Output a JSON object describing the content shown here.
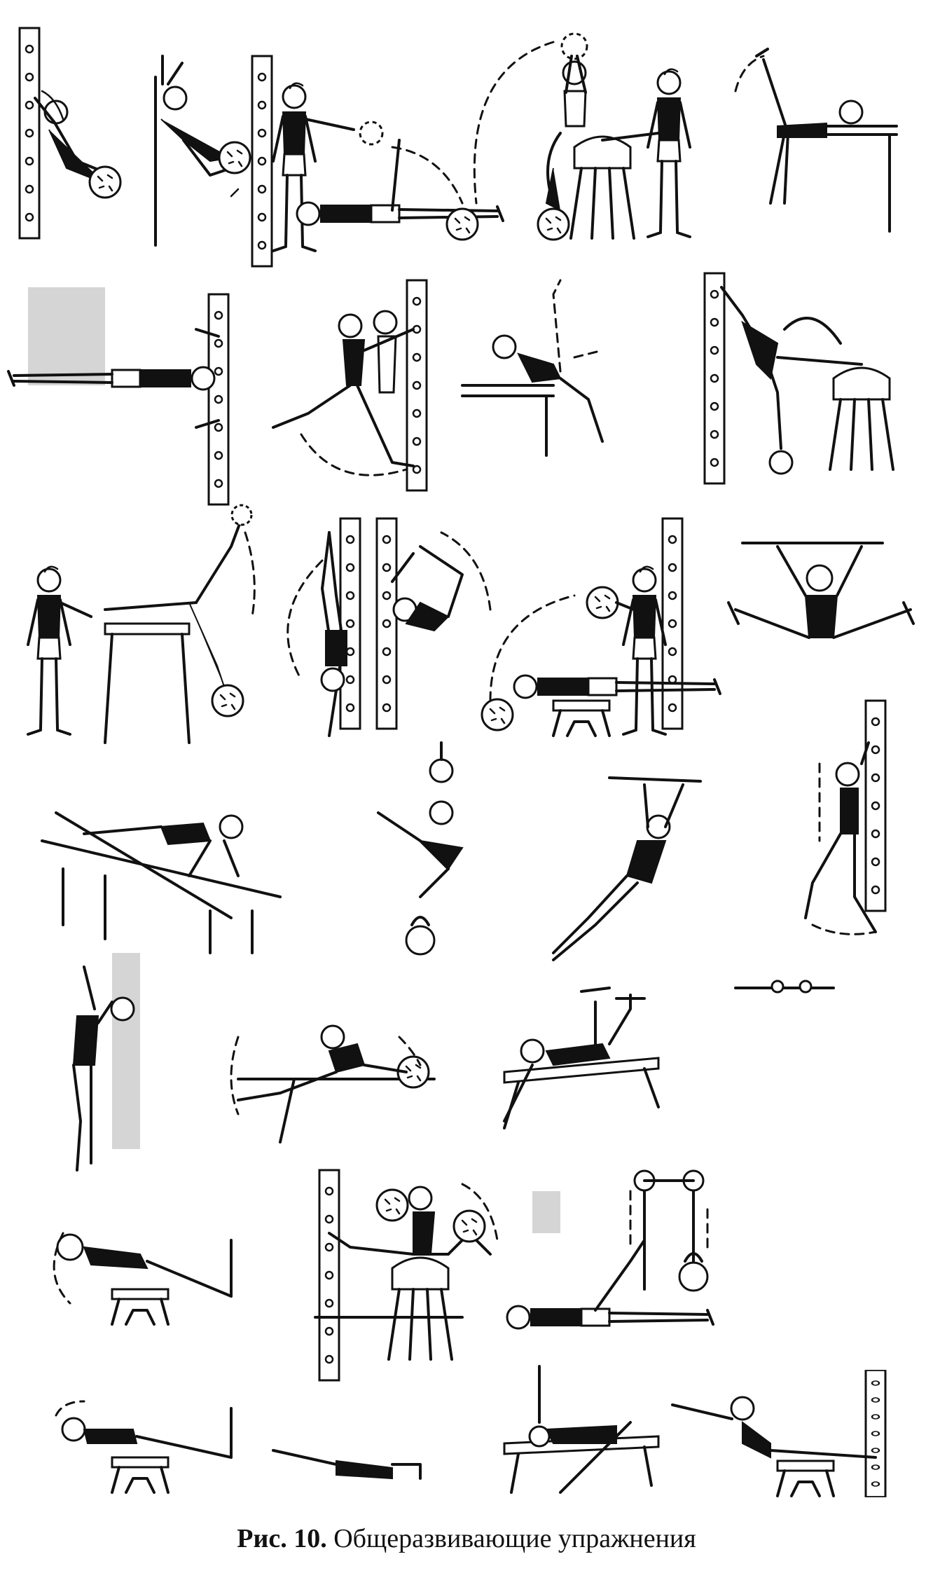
{
  "caption": {
    "label": "Рис. 10.",
    "text": "Общеразвивающие упражнения"
  },
  "illustration": {
    "kind": "line drawing",
    "subject": "exercise figures",
    "panel_count": 32
  }
}
